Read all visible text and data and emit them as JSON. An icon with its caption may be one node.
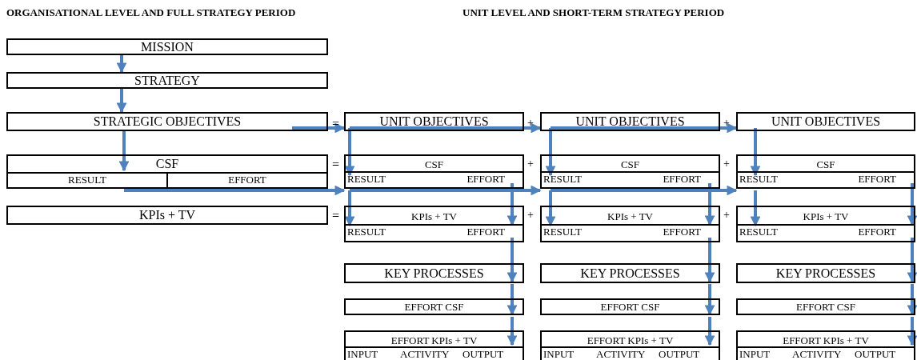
{
  "diagram": {
    "nodes": [
      {
        "text": [
          "MISSION"
        ]
      },
      {
        "text": [
          "STRATEGY"
        ]
      },
      {
        "text": [
          "STRATEGIC OBJECTIVES"
        ]
      },
      {
        "text": [
          "CSF"
        ]
      },
      {
        "text": [
          "RESULT"
        ],
        "in": 3
      },
      {
        "text": [
          "EFFORT"
        ],
        "in": 3
      },
      {
        "text": [
          "KPIs + TV"
        ]
      },
      {
        "text": [
          "UNIT OBJECTIVES"
        ]
      },
      {
        "text": [
          "CSF",
          "RESULT",
          "EFFORT"
        ]
      },
      {
        "text": [
          "KPIs + TV",
          "RESULT",
          "EFFORT"
        ]
      },
      {
        "text": [
          "KEY PROCESSES"
        ]
      },
      {
        "text": [
          "EFFORT CSF"
        ]
      },
      {
        "text": [
          "EFFORT KPIs + TV",
          "INPUT",
          "ACTIVITY",
          "OUTPUT"
        ]
      },
      {
        "text": [
          "UNIT OBJECTIVES"
        ]
      },
      {
        "text": [
          "CSF",
          "RESULT",
          "EFFORT"
        ]
      },
      {
        "text": [
          "KPIs + TV",
          "RESULT",
          "EFFORT"
        ]
      },
      {
        "text": [
          "KEY PROCESSES"
        ]
      },
      {
        "text": [
          "EFFORT CSF"
        ]
      },
      {
        "text": [
          "EFFORT KPIs + TV",
          "INPUT",
          "ACTIVITY",
          "OUTPUT"
        ]
      },
      {
        "text": [
          "UNIT OBJECTIVES"
        ]
      },
      {
        "text": [
          "CSF",
          "RESULT",
          "EFFORT"
        ]
      },
      {
        "text": [
          "KPIs + TV",
          "RESULT",
          "EFFORT"
        ]
      },
      {
        "text": [
          "KEY PROCESSES"
        ]
      },
      {
        "text": [
          "EFFORT CSF"
        ]
      },
      {
        "text": [
          "EFFORT KPIs + TV",
          "INPUT",
          "ACTIVITY",
          "OUTPUT"
        ]
      }
    ],
    "edges": [
      {
        "from": 0,
        "to": 1,
        "arrow": "to"
      },
      {
        "from": 1,
        "to": 2,
        "arrow": "to"
      },
      {
        "from": 2,
        "to": 4,
        "arrow": "to"
      },
      {
        "from": 2,
        "to": 7,
        "arrow": "to"
      },
      {
        "from": 4,
        "to": 8,
        "arrow": "to"
      },
      {
        "from": 7,
        "to": 13,
        "arrow": "to"
      },
      {
        "from": 13,
        "to": 19,
        "arrow": "to"
      },
      {
        "from": 8,
        "to": 14,
        "arrow": "to"
      },
      {
        "from": 14,
        "to": 20,
        "arrow": "to"
      },
      {
        "from": 7,
        "to": 8,
        "arrow": "to"
      },
      {
        "from": 8,
        "to": 9,
        "arrow": "to"
      },
      {
        "from": 8,
        "to": 9,
        "arrow": "to"
      },
      {
        "from": 9,
        "to": 10,
        "arrow": "to"
      },
      {
        "from": 10,
        "to": 11,
        "arrow": "to"
      },
      {
        "from": 11,
        "to": 12,
        "arrow": "to"
      },
      {
        "from": 13,
        "to": 14,
        "arrow": "to"
      },
      {
        "from": 14,
        "to": 15,
        "arrow": "to"
      },
      {
        "from": 14,
        "to": 15,
        "arrow": "to"
      },
      {
        "from": 15,
        "to": 16,
        "arrow": "to"
      },
      {
        "from": 16,
        "to": 17,
        "arrow": "to"
      },
      {
        "from": 17,
        "to": 18,
        "arrow": "to"
      },
      {
        "from": 19,
        "to": 20,
        "arrow": "to"
      },
      {
        "from": 20,
        "to": 21,
        "arrow": "to"
      },
      {
        "from": 20,
        "to": 21,
        "arrow": "to"
      },
      {
        "from": 21,
        "to": 22,
        "arrow": "to"
      },
      {
        "from": 22,
        "to": 23,
        "arrow": "to"
      },
      {
        "from": 23,
        "to": 24,
        "arrow": "to"
      }
    ],
    "labels": [
      "ORGANISATIONAL LEVEL AND FULL STRATEGY PERIOD",
      "UNIT LEVEL AND SHORT-TERM STRATEGY PERIOD",
      "=",
      "+",
      "+",
      "=",
      "+",
      "+",
      "=",
      "+",
      "+"
    ]
  }
}
